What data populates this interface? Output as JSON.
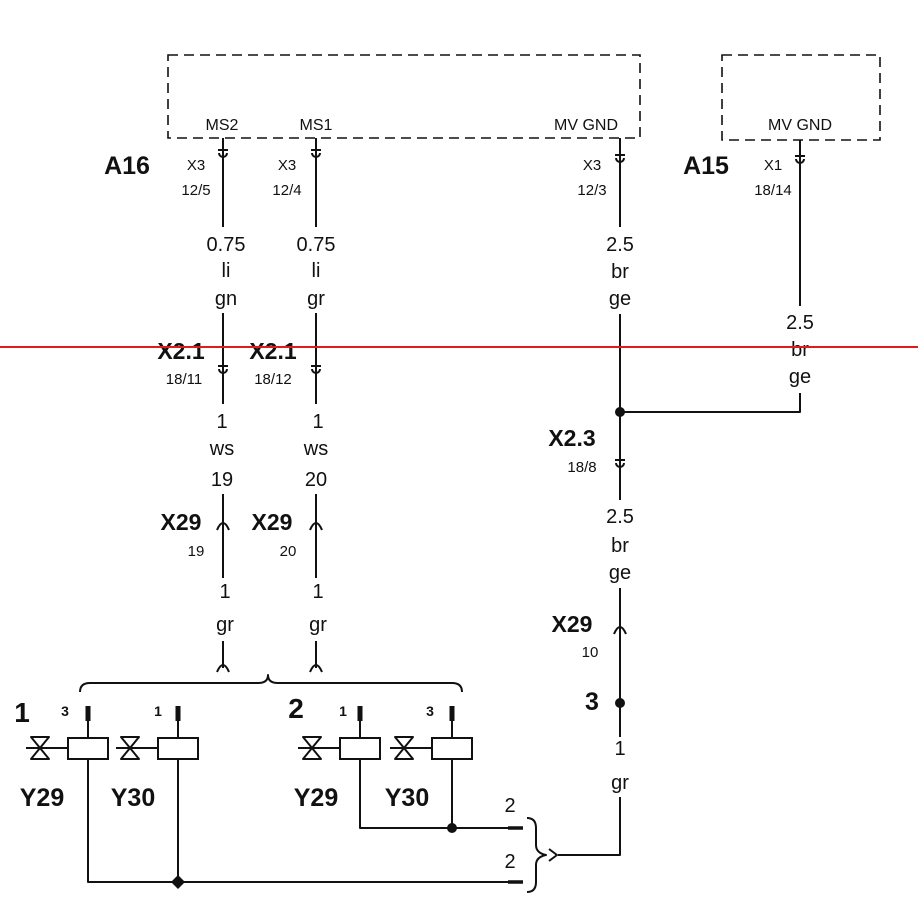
{
  "colors": {
    "ink": "#111111",
    "background": "#ffffff",
    "marker_line": "#e01b1b"
  },
  "a16": {
    "label": "A16",
    "pins": {
      "ms2": "MS2",
      "ms1": "MS1",
      "mv_gnd": "MV GND"
    }
  },
  "a15": {
    "label": "A15",
    "pins": {
      "mv_gnd": "MV GND"
    }
  },
  "connectors": {
    "x3_ms2": {
      "name": "X3",
      "pin": "12/5"
    },
    "x3_ms1": {
      "name": "X3",
      "pin": "12/4"
    },
    "x3_gnd": {
      "name": "X3",
      "pin": "12/3"
    },
    "x1_gnd": {
      "name": "X1",
      "pin": "18/14"
    },
    "x2_1_ms2": {
      "name": "X2.1",
      "pin": "18/11"
    },
    "x2_1_ms1": {
      "name": "X2.1",
      "pin": "18/12"
    },
    "x2_3_gnd": {
      "name": "X2.3",
      "pin": "18/8"
    },
    "x29_ms2": {
      "name": "X29",
      "pin": "19"
    },
    "x29_ms1": {
      "name": "X29",
      "pin": "20"
    },
    "x29_gnd": {
      "name": "X29",
      "pin": "10"
    }
  },
  "wires": {
    "ms2_upper": {
      "cs": "0.75",
      "color1": "li",
      "color2": "gn"
    },
    "ms1_upper": {
      "cs": "0.75",
      "color1": "li",
      "color2": "gr"
    },
    "gnd_a16": {
      "cs": "2.5",
      "color1": "br",
      "color2": "ge"
    },
    "gnd_a15": {
      "cs": "2.5",
      "color1": "br",
      "color2": "ge"
    },
    "ms2_middle": {
      "cs": "1",
      "color": "ws",
      "number": "19"
    },
    "ms1_middle": {
      "cs": "1",
      "color": "ws",
      "number": "20"
    },
    "gnd_middle": {
      "cs": "2.5",
      "color1": "br",
      "color2": "ge"
    },
    "ms2_lower": {
      "cs": "1",
      "color": "gr"
    },
    "ms1_lower": {
      "cs": "1",
      "color": "gr"
    },
    "gnd_lower": {
      "cs": "1",
      "color": "gr"
    }
  },
  "splice": {
    "label": "3"
  },
  "valve_groups": [
    {
      "label": "1",
      "valves": [
        {
          "name": "Y29",
          "pin": "3"
        },
        {
          "name": "Y30",
          "pin": "1"
        }
      ]
    },
    {
      "label": "2",
      "valves": [
        {
          "name": "Y29",
          "pin": "1"
        },
        {
          "name": "Y30",
          "pin": "3"
        }
      ]
    }
  ],
  "ground_refs": [
    {
      "label": "2"
    },
    {
      "label": "2"
    }
  ]
}
